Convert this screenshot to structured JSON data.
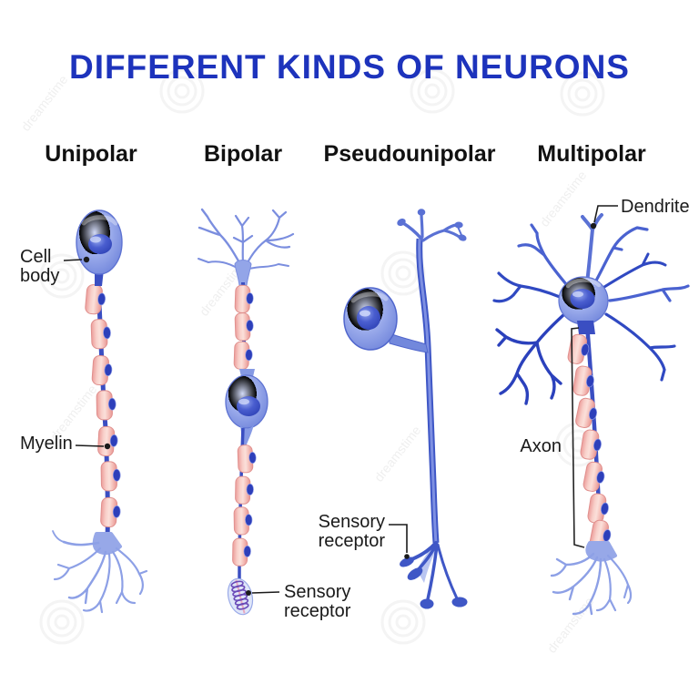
{
  "title": {
    "text": "DIFFERENT KINDS OF NEURONS"
  },
  "columns": [
    {
      "label": "Unipolar"
    },
    {
      "label": "Bipolar"
    },
    {
      "label": "Pseudounipolar"
    },
    {
      "label": "Multipolar"
    }
  ],
  "annotations": {
    "cell_body": {
      "line1": "Cell",
      "line2": "body"
    },
    "myelin": {
      "text": "Myelin"
    },
    "sensory_receptor_bipolar": {
      "line1": "Sensory",
      "line2": "receptor"
    },
    "sensory_receptor_pseudounipolar": {
      "line1": "Sensory",
      "line2": "receptor"
    },
    "dendrite": {
      "text": "Dendrite"
    },
    "axon": {
      "text": "Axon"
    }
  },
  "watermark": {
    "text": "dreamstime"
  },
  "colors": {
    "title_blue": "#1d33bc",
    "heading_text": "#111111",
    "label_text": "#1a1a1a",
    "soma_fill": "#8b9de8",
    "nucleus_blue": "#3a50c4",
    "neurite_blue": "#5a71d4",
    "neurite_dark": "#2b41bc",
    "terminal_blue": "#8da0e6",
    "myelin_pink": "#f3aca6",
    "myelin_light": "#fbe0da",
    "node_blue": "#2d3fba",
    "receptor_coil_purple": "#6a4ab8",
    "watermark_gray": "#b0b0b0"
  }
}
